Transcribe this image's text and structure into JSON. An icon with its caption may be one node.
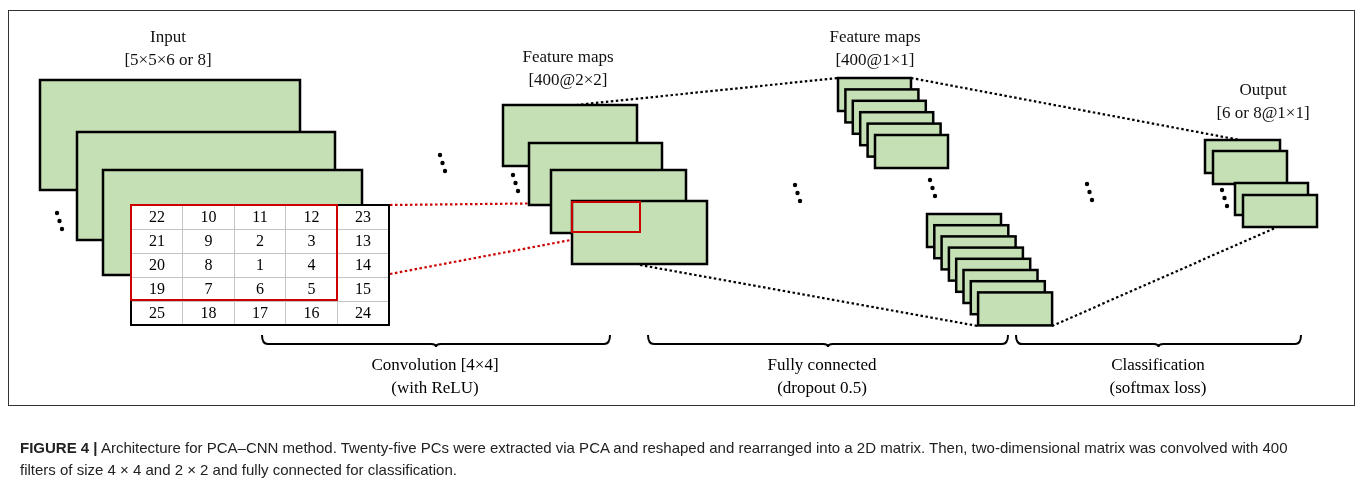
{
  "diagram": {
    "caption": "**FIGURE 4 |** Architecture for PCA–CNN method. Twenty-five PCs were extracted via PCA and reshaped and rearranged into a 2D matrix. Then, two-dimensional matrix was convolved with 400 filters of size 4 × 4 and 2 × 2 and fully connected for classification.",
    "nodes": [
      {
        "text": [],
        "shape": "box",
        "beside": [
          "Input",
          "[5×5×6 or 8]"
        ]
      },
      {
        "text": [],
        "shape": "box",
        "beside": [
          "Feature maps",
          "[400@2×2]"
        ]
      },
      {
        "text": [],
        "shape": "box",
        "beside": [
          "Feature maps",
          "[400@1×1]"
        ]
      },
      {
        "text": [],
        "shape": "box"
      },
      {
        "text": [],
        "shape": "box",
        "beside": [
          "Output",
          "[6 or 8@1×1]"
        ]
      }
    ],
    "edges": [
      {
        "from": 0,
        "to": 1,
        "arrow": "none",
        "style": "dashed",
        "color": "#cc0000"
      },
      {
        "from": 0,
        "to": 1,
        "arrow": "none",
        "style": "dashed",
        "color": "#cc0000"
      },
      {
        "from": 1,
        "to": 2,
        "arrow": "none",
        "style": "dashed"
      },
      {
        "from": 1,
        "to": 3,
        "arrow": "none",
        "style": "dashed"
      },
      {
        "from": 2,
        "to": 4,
        "arrow": "none",
        "style": "dashed"
      },
      {
        "from": 3,
        "to": 4,
        "arrow": "none",
        "style": "dashed"
      }
    ],
    "labels": [
      "22",
      "10",
      "11",
      "12",
      "23",
      "21",
      "9",
      "2",
      "3",
      "13",
      "20",
      "8",
      "1",
      "4",
      "14",
      "19",
      "7",
      "6",
      "5",
      "15",
      "25",
      "18",
      "17",
      "16",
      "24",
      "Convolution [4×4] (with ReLU)",
      "Fully connected (dropout 0.5)",
      "Classification (softmax loss)"
    ]
  }
}
